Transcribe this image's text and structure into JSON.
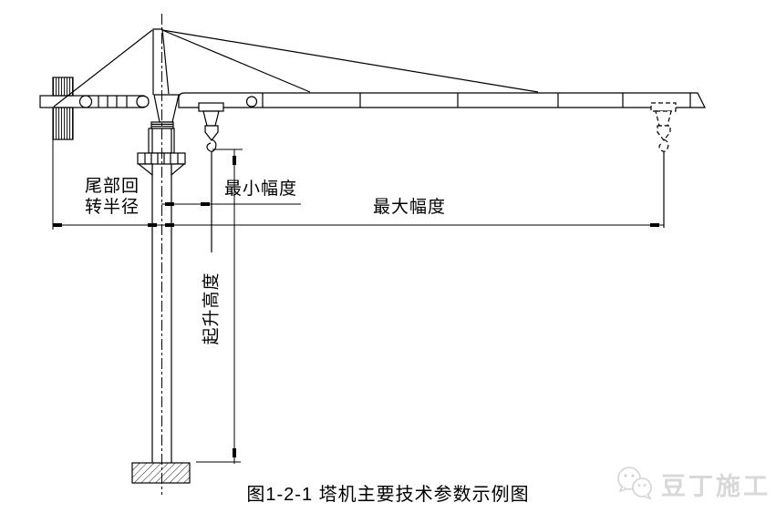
{
  "figure": {
    "caption": "图1-2-1 塔机主要技术参数示例图"
  },
  "dimensions": {
    "tail_slewing_radius_line1": "尾部回",
    "tail_slewing_radius_line2": "转半径",
    "min_working_radius": "最小幅度",
    "max_working_radius": "最大幅度",
    "lifting_height": "起升高度"
  },
  "watermark": {
    "brand": "豆丁施工"
  },
  "colors": {
    "line": "#000000",
    "background": "#ffffff",
    "watermark": "#d8d8d8"
  }
}
